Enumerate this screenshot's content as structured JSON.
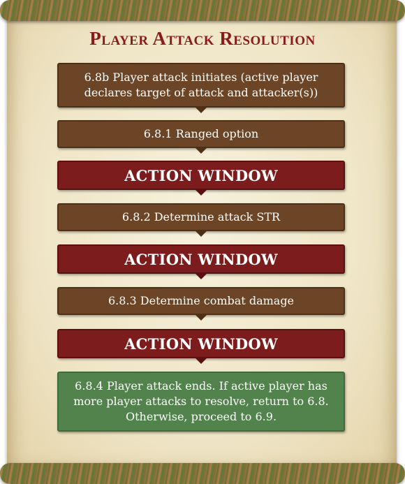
{
  "title": "Player Attack Resolution",
  "steps": [
    {
      "text": "6.8b Player attack initiates (active player declares target of attack and attacker(s))",
      "kind": "step"
    },
    {
      "text": "6.8.1 Ranged option",
      "kind": "step"
    },
    {
      "text": "ACTION WINDOW",
      "kind": "window"
    },
    {
      "text": "6.8.2 Determine attack STR",
      "kind": "step"
    },
    {
      "text": "ACTION WINDOW",
      "kind": "window"
    },
    {
      "text": "6.8.3 Determine combat damage",
      "kind": "step"
    },
    {
      "text": "ACTION WINDOW",
      "kind": "window"
    },
    {
      "text": "6.8.4 Player attack ends. If active player has more player attacks to resolve, return to 6.8. Otherwise, proceed to 6.9.",
      "kind": "end"
    }
  ],
  "colors": {
    "title": "#8b1a1a",
    "step": "#6b4526",
    "window": "#7d1c1c",
    "end": "#52834c",
    "parchment": "#f2e9cf"
  }
}
